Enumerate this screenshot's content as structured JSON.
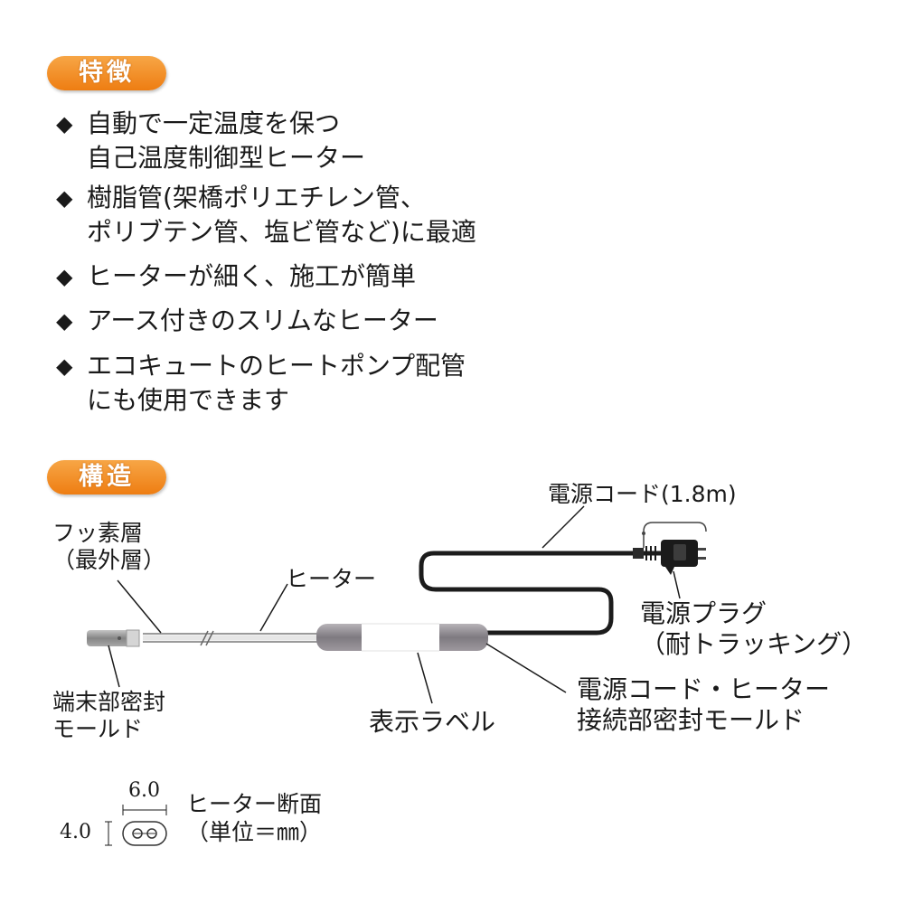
{
  "features": {
    "badge": "特徴",
    "bullet_symbol": "◆",
    "items": [
      {
        "lines": [
          "自動で一定温度を保つ",
          "自己温度制御型ヒーター"
        ]
      },
      {
        "lines": [
          "樹脂管(架橋ポリエチレン管、",
          "ポリブテン管、塩ビ管など)に最適"
        ]
      },
      {
        "lines": [
          "ヒーターが細く、施工が簡単"
        ]
      },
      {
        "lines": [
          "アース付きのスリムなヒーター"
        ]
      },
      {
        "lines": [
          "エコキュートのヒートポンプ配管",
          "にも使用できます"
        ]
      }
    ]
  },
  "structure": {
    "badge": "構造",
    "labels": {
      "power_cord": "電源コード(1.8m)",
      "fluorine_layer": [
        "フッ素層",
        "（最外層）"
      ],
      "heater": "ヒーター",
      "power_plug": [
        "電源プラグ",
        "（耐トラッキング）"
      ],
      "end_mold": [
        "端末部密封",
        "モールド"
      ],
      "display_label": "表示ラベル",
      "joint_mold": [
        "電源コード・ヒーター",
        "接続部密封モールド"
      ]
    },
    "cross_section": {
      "width": "6.0",
      "height": "4.0",
      "title": "ヒーター断面",
      "unit": "（単位＝㎜）"
    }
  },
  "colors": {
    "badge_orange": "#ee7d12",
    "cord": "#1c1c1c",
    "mold": "#8c8c8c"
  }
}
